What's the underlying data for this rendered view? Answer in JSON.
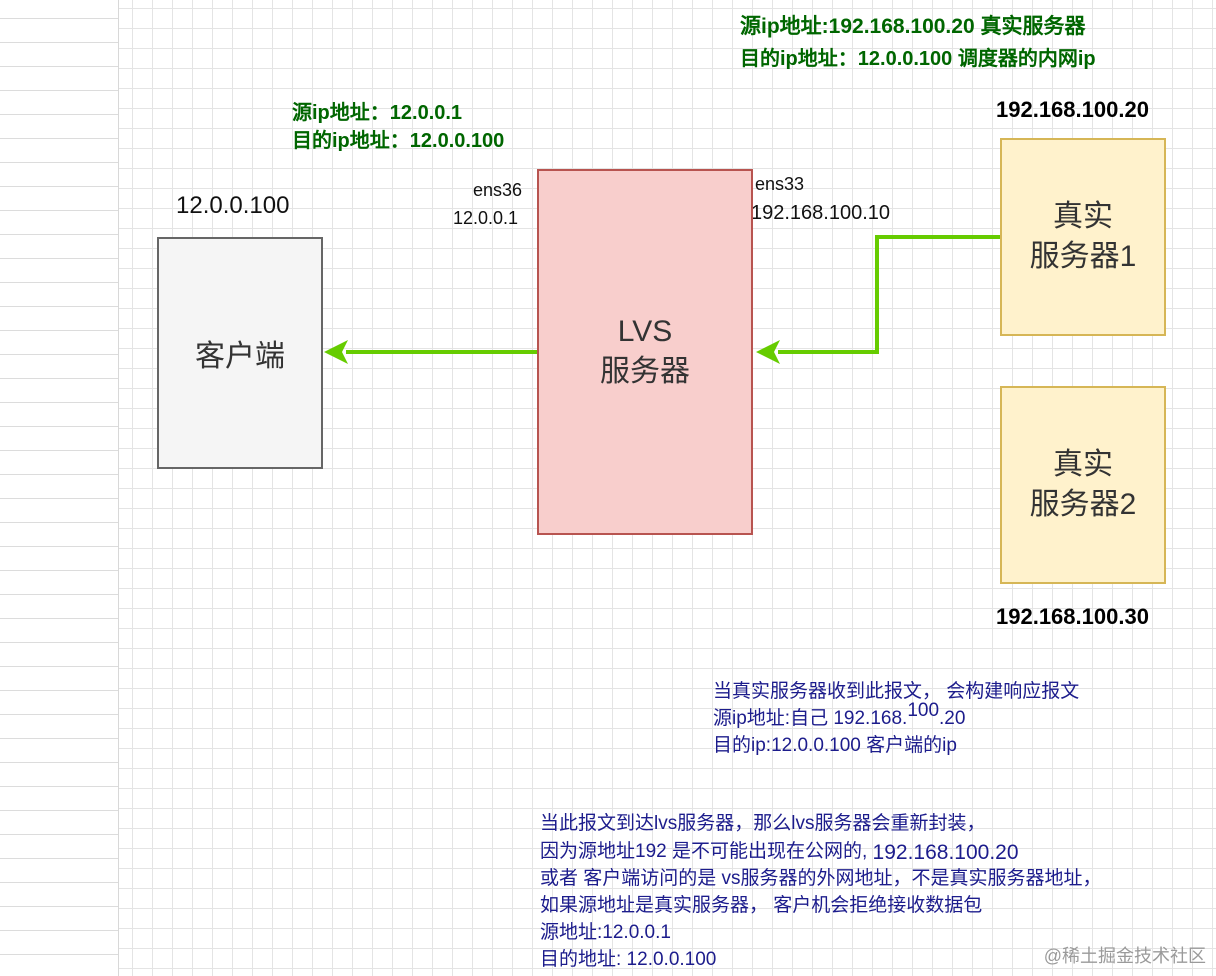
{
  "top_note": {
    "line1": "源ip地址:192.168.100.20   真实服务器",
    "line2": "目的ip地址：12.0.0.100 调度器的内网ip"
  },
  "client_note": {
    "line1": "源ip地址：12.0.0.1",
    "line2": "目的ip地址：12.0.0.100"
  },
  "client": {
    "ip": "12.0.0.100",
    "label": "客户端"
  },
  "lvs": {
    "line1": "LVS",
    "line2": "服务器",
    "left_iface": "ens36",
    "left_ip": "12.0.0.1",
    "right_iface": "ens33",
    "right_ip": "192.168.100.10"
  },
  "real_server_1": {
    "ip": "192.168.100.20",
    "line1": "真实",
    "line2": "服务器1"
  },
  "real_server_2": {
    "ip": "192.168.100.30",
    "line1": "真实",
    "line2": "服务器2"
  },
  "response_note": {
    "line1": "当真实服务器收到此报文， 会构建响应报文",
    "line2_prefix": "源ip地址:自己 192.168.",
    "line2_sup": "100",
    "line2_suffix": ".20",
    "line3": "目的ip:12.0.0.100 客户端的ip"
  },
  "rewrite_note": {
    "line1": "当此报文到达lvs服务器，那么lvs服务器会重新封装，",
    "line2": "因为源地址192 是不可能出现在公网的,",
    "line2_ip": "192.168.100.20",
    "line3": "或者 客户端访问的是 vs服务器的外网地址，不是真实服务器地址，",
    "line4": "如果源地址是真实服务器， 客户机会拒绝接收数据包",
    "line5": "源地址:12.0.0.1",
    "line6": "目的地址: 12.0.0.100"
  },
  "watermark": "@稀土掘金技术社区",
  "colors": {
    "arrow": "#66cc00",
    "note_green": "#006600",
    "note_navy": "#1c1c8c",
    "lvs_fill": "#f8cecc",
    "server_fill": "#fff2cc",
    "client_fill": "#f5f5f5"
  }
}
